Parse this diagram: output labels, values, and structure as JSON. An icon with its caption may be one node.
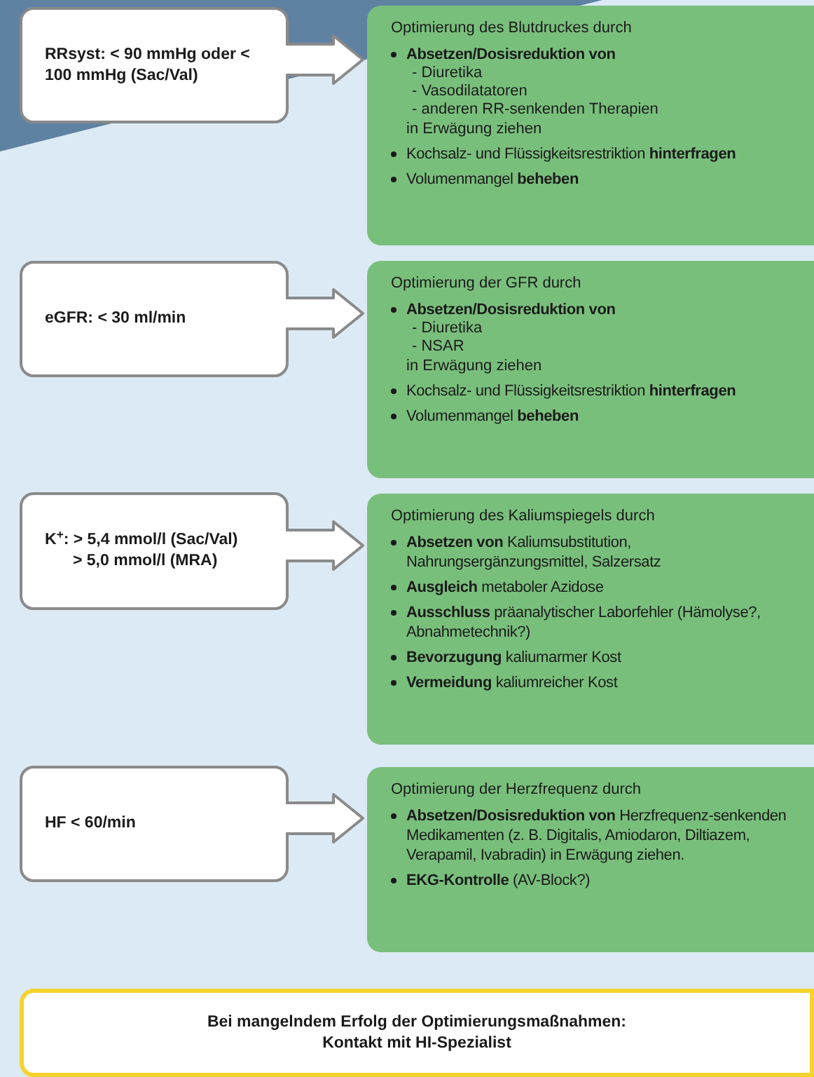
{
  "diagram": {
    "nodes": [
      {
        "text": [
          "RRsyst: < 90 mmHg oder < 100 mmHg (Sac/Val)"
        ]
      },
      {
        "text": [
          "Optimierung des Blutdruckes durch",
          "Absetzen/Dosisreduktion von",
          "- Diuretika",
          "- Vasodilatatoren",
          "- anderen RR-senkenden Therapien",
          "in Erwägung ziehen",
          "Kochsalz- und Flüssigkeitsrestriktion **hinterfragen**",
          "Volumenmangel **beheben**"
        ]
      },
      {
        "text": [
          "eGFR: < 30 ml/min"
        ]
      },
      {
        "text": [
          "Optimierung der GFR durch",
          "Absetzen/Dosisreduktion von",
          "- Diuretika",
          "- NSAR",
          "in Erwägung ziehen",
          "Kochsalz- und Flüssigkeitsrestriktion **hinterfragen**",
          "Volumenmangel **beheben**"
        ]
      },
      {
        "text": [
          "K$^{+}$:  > 5,4 mmol/l (Sac/Val)",
          "> 5,0 mmol/l (MRA)"
        ]
      },
      {
        "text": [
          "Optimierung des Kaliumspiegels durch",
          "**Absetzen von** Kaliumsubstitution, Nahrungsergänzungsmittel, Salzersatz",
          "**Ausgleich** metaboler Azidose",
          "**Ausschluss** präanalytischer Laborfehler (Hämolyse?, Abnahmetechnik?)",
          "**Bevorzugung** kaliumarmer Kost",
          "**Vermeidung** kaliumreicher Kost"
        ]
      },
      {
        "text": [
          "HF < 60/min"
        ]
      },
      {
        "text": [
          "Optimierung der Herzfrequenz durch",
          "**Absetzen/Dosisreduktion von** Herzfrequenz-senkenden Medikamenten (z. B. Digitalis, Amiodaron, Diltiazem, Verapamil, Ivabradin) in Erwägung ziehen.",
          "**EKG-Kontrolle** (AV-Block?)"
        ]
      },
      {
        "text": [
          "Bei mangelndem Erfolg der Optimierungsmaßnahmen:",
          "Kontakt mit HI-Spezialist"
        ]
      }
    ],
    "edges": [
      {
        "from": 0,
        "to": 1,
        "arrow": "to"
      },
      {
        "from": 2,
        "to": 3,
        "arrow": "to"
      },
      {
        "from": 4,
        "to": 5,
        "arrow": "to"
      },
      {
        "from": 6,
        "to": 7,
        "arrow": "to"
      }
    ]
  }
}
